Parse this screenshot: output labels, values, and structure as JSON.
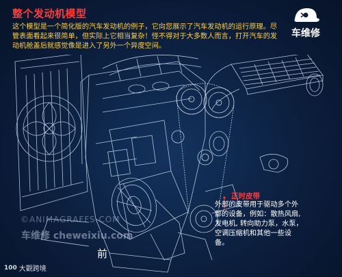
{
  "title": "整个发动机模型",
  "intro": "这个模型是一个简化版的汽车发动机的例子，它向您展示了汽车发动机的运行原理。尽管表面看起来很简单，但实际上它相当复杂！怪不得对于大多数人而言，打开汽车的发动机舱盖后就感觉像是进入了另外一个异度空间。",
  "brand": {
    "name": "车维修",
    "icon": "cap-icon"
  },
  "callout": {
    "title": "正时皮带",
    "body": "外部的皮带用于驱动多个外部的设备，例如：散热风扇, 发电机, 转向助力泵，水泵，空调压缩机和其他一些设备。"
  },
  "front_label": "前",
  "watermarks": {
    "credit": "©ANIMAGRAFFS.COM",
    "site": "车维修 cheweixiu.com"
  },
  "source": {
    "mark": "100",
    "name": "大觀跨境"
  },
  "colors": {
    "title": "#ff3b3b",
    "intro": "#ffd23a",
    "wire": "#cfe0f5",
    "background": "#0c1e3c"
  }
}
